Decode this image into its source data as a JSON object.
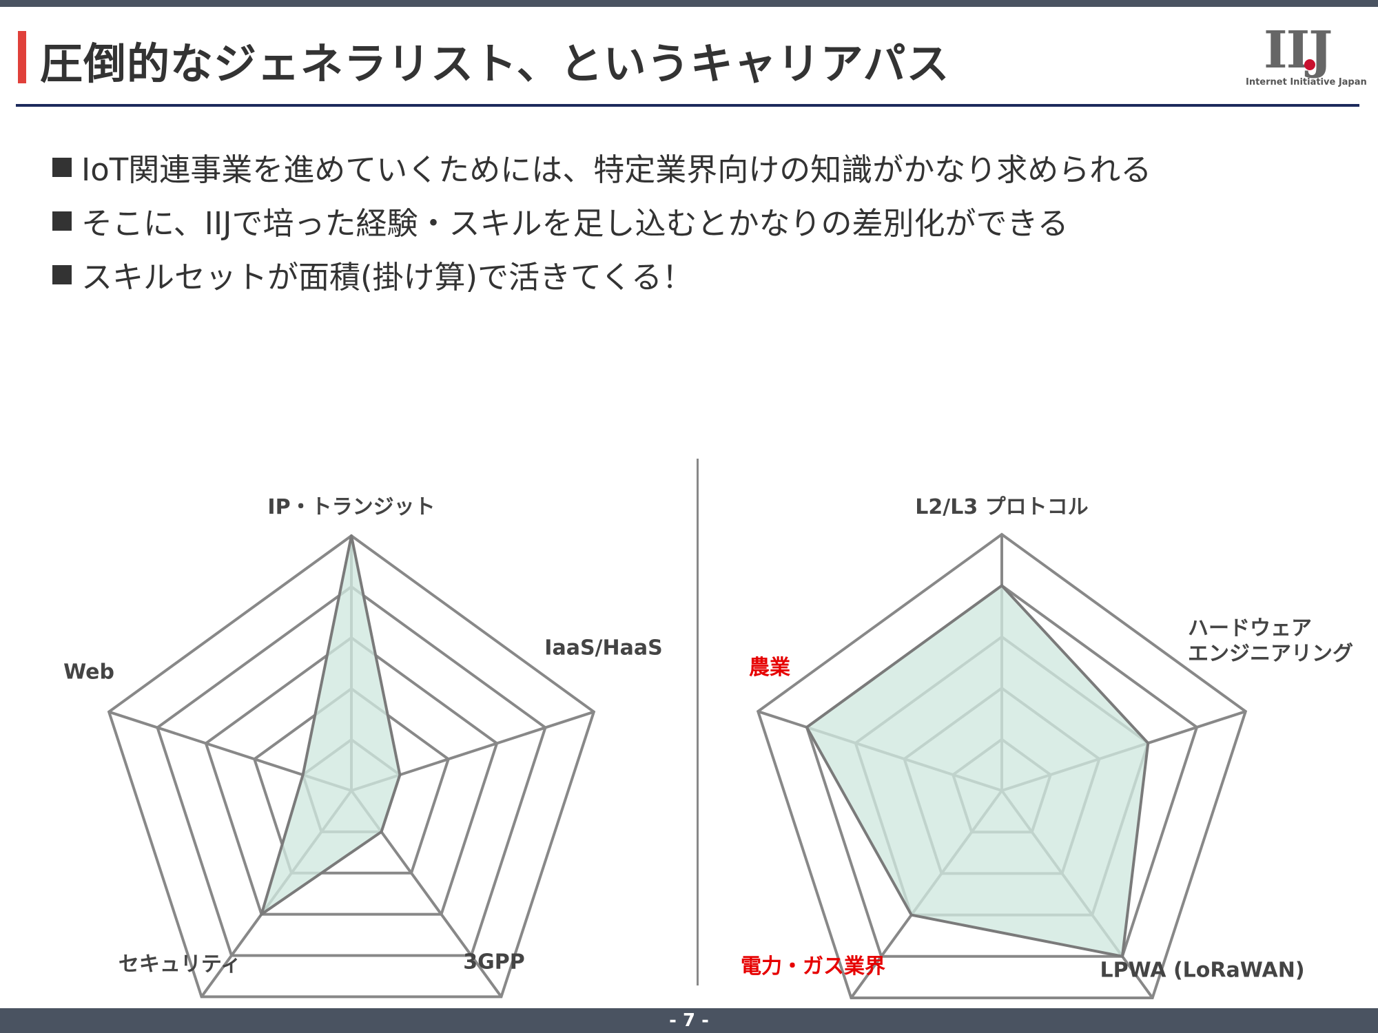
{
  "header": {
    "title": "圧倒的なジェネラリスト、というキャリアパス"
  },
  "logo": {
    "mark": "IIJ",
    "text": "Internet Initiative Japan"
  },
  "bullets": [
    "IoT関連事業を進めていくためには、特定業界向けの知識がかなり求められる",
    "そこに、IIJで培った経験・スキルを足し込むとかなりの差別化ができる",
    "スキルセットが面積(掛け算)で活きてくる！"
  ],
  "footer": {
    "page": "- 7 -"
  },
  "colors": {
    "fill": "#cfe8df",
    "grid": "#888888",
    "accent_red": "#e60000",
    "band": "#4a5361",
    "rule": "#1c2a5c"
  },
  "chart_data": [
    {
      "type": "radar",
      "title": "",
      "axes": [
        "IP・トランジット",
        "IaaS/HaaS",
        "3GPP",
        "セキュリティ",
        "Web"
      ],
      "values": [
        5,
        1,
        1,
        3,
        1
      ],
      "range": [
        0,
        5
      ],
      "grid_levels": 5,
      "grid": true
    },
    {
      "type": "radar",
      "title": "",
      "axes": [
        "L2/L3 プロトコル",
        "ハードウェア\nエンジニアリング",
        "LPWA (LoRaWAN)",
        "電力・ガス業界",
        "農業"
      ],
      "axis_label_lines": {
        "hardware": [
          "ハードウェア",
          "エンジニアリング"
        ]
      },
      "highlighted_axes": [
        "電力・ガス業界",
        "農業"
      ],
      "values": [
        4,
        3,
        4,
        3,
        4
      ],
      "range": [
        0,
        5
      ],
      "grid_levels": 5,
      "grid": true
    }
  ]
}
